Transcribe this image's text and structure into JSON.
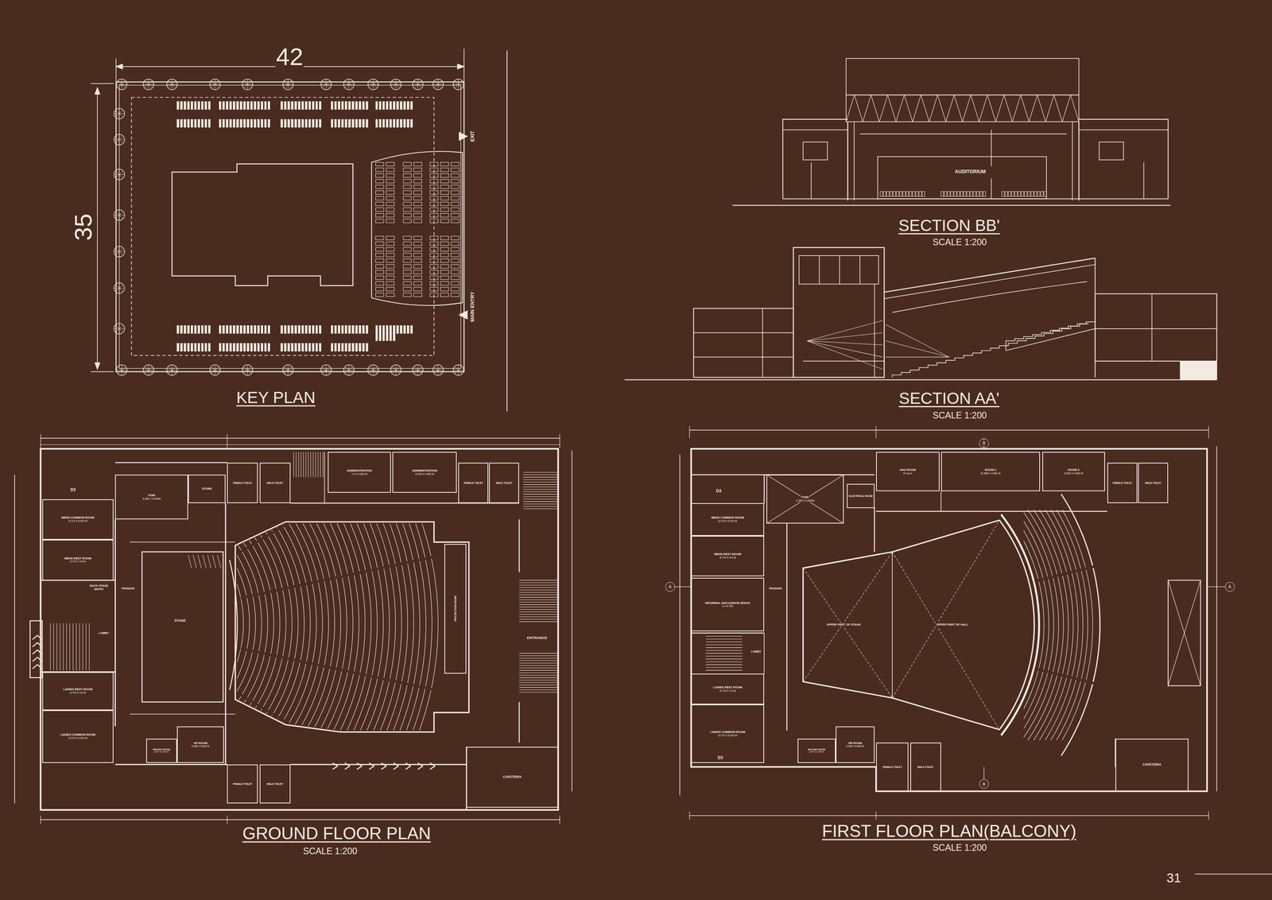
{
  "diagram": {
    "nodes": [
      {
        "text": [
          "MENS COMMON ROOM",
          "8.770 X 6.979 M"
        ]
      },
      {
        "text": [
          "MENS REST ROOM",
          "8.770 X 4.9 M"
        ]
      },
      {
        "text": [
          "LADIES REST ROOM",
          "8.770 X 4.9 M"
        ]
      },
      {
        "text": [
          "LADIES COMMON ROOM",
          "8.770 X 6.979 M"
        ]
      },
      {
        "text": [
          "VOID",
          "5.380 X 9.690M"
        ]
      },
      {
        "text": [
          "STORE"
        ]
      },
      {
        "text": [
          "FEMALE TOILET"
        ]
      },
      {
        "text": [
          "MALE TOILET"
        ]
      },
      {
        "text": [
          "ADMINISTRATION",
          "7.4 X 4.982 M"
        ]
      },
      {
        "text": [
          "ADMINISTRATION",
          "6.545 X 4.982 M"
        ]
      },
      {
        "text": [
          "FEMALE TOILET"
        ]
      },
      {
        "text": [
          "MALE TOILET"
        ]
      },
      {
        "text": [
          "WAITING ROOM",
          "2.877 X 2.875 M"
        ]
      },
      {
        "text": [
          "VIP ROOM",
          "5.998 X 5.484 M"
        ]
      },
      {
        "text": [
          "FEMALE TOILET"
        ]
      },
      {
        "text": [
          "MALE TOILET"
        ]
      },
      {
        "text": [
          "CAFETERIA"
        ]
      },
      {
        "text": [
          "PROJECTION ROOM"
        ]
      },
      {
        "text": [
          "MENS COMMON ROOM",
          "8.770 X 6.979 M"
        ]
      },
      {
        "text": [
          "MENS REST ROOM",
          "8.770 X 4.9 M"
        ]
      },
      {
        "text": [
          "INFORMAL DISCUSSION SPACE",
          "6 x 6.750"
        ]
      },
      {
        "text": [
          "LADIES REST ROOM",
          "8.770 X 4.9 M"
        ]
      },
      {
        "text": [
          "LADIES COMMON ROOM",
          "8.770 X 6.979 M"
        ]
      },
      {
        "text": [
          "VOID",
          "5.380 X 9.690M"
        ]
      },
      {
        "text": [
          "ELECTRICAL ROOM"
        ]
      },
      {
        "text": [
          "AHU ROOM",
          "57 sq.m"
        ]
      },
      {
        "text": [
          "ROOM 1",
          "11.885 X 4.982 M"
        ]
      },
      {
        "text": [
          "ROOM 2",
          "6.545 X 4.982 M"
        ]
      },
      {
        "text": [
          "FEMALE TOILET"
        ]
      },
      {
        "text": [
          "MALE TOILET"
        ]
      },
      {
        "text": [
          "WAITING ROOM",
          "2.877 X 2.875 M"
        ]
      },
      {
        "text": [
          "VIP ROOM",
          "5.998 X 5.484 M"
        ]
      },
      {
        "text": [
          "FEMALE TOILET"
        ]
      },
      {
        "text": [
          "MALE TOILET"
        ]
      },
      {
        "text": [
          "CAFETERIA"
        ]
      },
      {
        "text": [
          "A"
        ]
      },
      {
        "text": [
          "A"
        ]
      },
      {
        "text": [
          "B"
        ]
      },
      {
        "text": [
          "B"
        ]
      }
    ],
    "labels": [
      "42",
      "35",
      "EXIT",
      "MAIN ENTRY",
      "KEY PLAN",
      "AUDITORIUM",
      "SECTION BB'",
      "SCALE 1:200",
      "SECTION AA'",
      "SCALE 1:200",
      "D3",
      "BACK STAGE ENTRY",
      "PASSAGE",
      "LOBBY",
      "STAGE",
      "ENTRANCE",
      "GROUND FLOOR PLAN",
      "SCALE 1:200",
      "D3",
      "PASSAGE",
      "LOBBY",
      "UPPER PART OF STAGE",
      "UPPER PART OF HALL",
      "D3",
      "FIRST FLOOR PLAN(BALCONY)",
      "SCALE 1:200",
      "31"
    ]
  }
}
